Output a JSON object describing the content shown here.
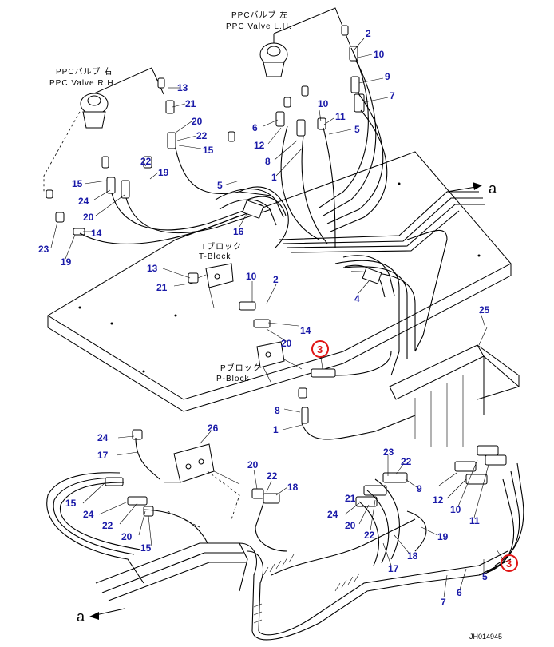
{
  "labels": {
    "ppc_lh_jp": "PPCバルブ 左",
    "ppc_lh_en": "PPC Valve L.H.",
    "ppc_rh_jp": "PPCバルブ 右",
    "ppc_rh_en": "PPC Valve R.H.",
    "tblock_jp": "Tブロック",
    "tblock_en": "T-Block",
    "pblock_jp": "Pブロック",
    "pblock_en": "P-Block",
    "arrow_a_top": "a",
    "arrow_a_bottom": "a",
    "drawing_code": "JH014945"
  },
  "callouts": [
    {
      "id": "c2-top",
      "text": "2"
    },
    {
      "id": "c10-top",
      "text": "10"
    },
    {
      "id": "c9-top",
      "text": "9"
    },
    {
      "id": "c7-top",
      "text": "7"
    },
    {
      "id": "c10-mid",
      "text": "10"
    },
    {
      "id": "c11-mid",
      "text": "11"
    },
    {
      "id": "c5-mid",
      "text": "5"
    },
    {
      "id": "c6-mid",
      "text": "6"
    },
    {
      "id": "c12-mid",
      "text": "12"
    },
    {
      "id": "c8-mid",
      "text": "8"
    },
    {
      "id": "c1-mid",
      "text": "1"
    },
    {
      "id": "c13-rh",
      "text": "13"
    },
    {
      "id": "c21-rh",
      "text": "21"
    },
    {
      "id": "c20-rh",
      "text": "20"
    },
    {
      "id": "c22-rh",
      "text": "22"
    },
    {
      "id": "c15-rh",
      "text": "15"
    },
    {
      "id": "c22-left",
      "text": "22"
    },
    {
      "id": "c19-left",
      "text": "19"
    },
    {
      "id": "c5-left",
      "text": "5"
    },
    {
      "id": "c15-left",
      "text": "15"
    },
    {
      "id": "c24-left",
      "text": "24"
    },
    {
      "id": "c20-left",
      "text": "20"
    },
    {
      "id": "c14-left",
      "text": "14"
    },
    {
      "id": "c23-left",
      "text": "23"
    },
    {
      "id": "c19-low",
      "text": "19"
    },
    {
      "id": "c16",
      "text": "16"
    },
    {
      "id": "c13-tb",
      "text": "13"
    },
    {
      "id": "c21-tb",
      "text": "21"
    },
    {
      "id": "c10-tb",
      "text": "10"
    },
    {
      "id": "c2-tb",
      "text": "2"
    },
    {
      "id": "c14-tb",
      "text": "14"
    },
    {
      "id": "c20-tb",
      "text": "20"
    },
    {
      "id": "c4",
      "text": "4"
    },
    {
      "id": "c25",
      "text": "25"
    },
    {
      "id": "c8-pb",
      "text": "8"
    },
    {
      "id": "c1-pb",
      "text": "1"
    },
    {
      "id": "c24-bl",
      "text": "24"
    },
    {
      "id": "c17-bl",
      "text": "17"
    },
    {
      "id": "c26",
      "text": "26"
    },
    {
      "id": "c20-bm",
      "text": "20"
    },
    {
      "id": "c22-bm",
      "text": "22"
    },
    {
      "id": "c18-bm",
      "text": "18"
    },
    {
      "id": "c15-bl",
      "text": "15"
    },
    {
      "id": "c24-bl2",
      "text": "24"
    },
    {
      "id": "c22-bl",
      "text": "22"
    },
    {
      "id": "c20-bl",
      "text": "20"
    },
    {
      "id": "c15-bl2",
      "text": "15"
    },
    {
      "id": "c23-br",
      "text": "23"
    },
    {
      "id": "c22-br",
      "text": "22"
    },
    {
      "id": "c9-br",
      "text": "9"
    },
    {
      "id": "c24-br",
      "text": "24"
    },
    {
      "id": "c21-br",
      "text": "21"
    },
    {
      "id": "c12-br",
      "text": "12"
    },
    {
      "id": "c10-br",
      "text": "10"
    },
    {
      "id": "c11-br",
      "text": "11"
    },
    {
      "id": "c20-br",
      "text": "20"
    },
    {
      "id": "c22-br2",
      "text": "22"
    },
    {
      "id": "c19-br",
      "text": "19"
    },
    {
      "id": "c18-br",
      "text": "18"
    },
    {
      "id": "c17-br",
      "text": "17"
    },
    {
      "id": "c7-br",
      "text": "7"
    },
    {
      "id": "c6-br",
      "text": "6"
    },
    {
      "id": "c5-br",
      "text": "5"
    }
  ],
  "highlighted_callouts": [
    {
      "id": "h3-mid",
      "text": "3"
    },
    {
      "id": "h3-right",
      "text": "3"
    }
  ]
}
